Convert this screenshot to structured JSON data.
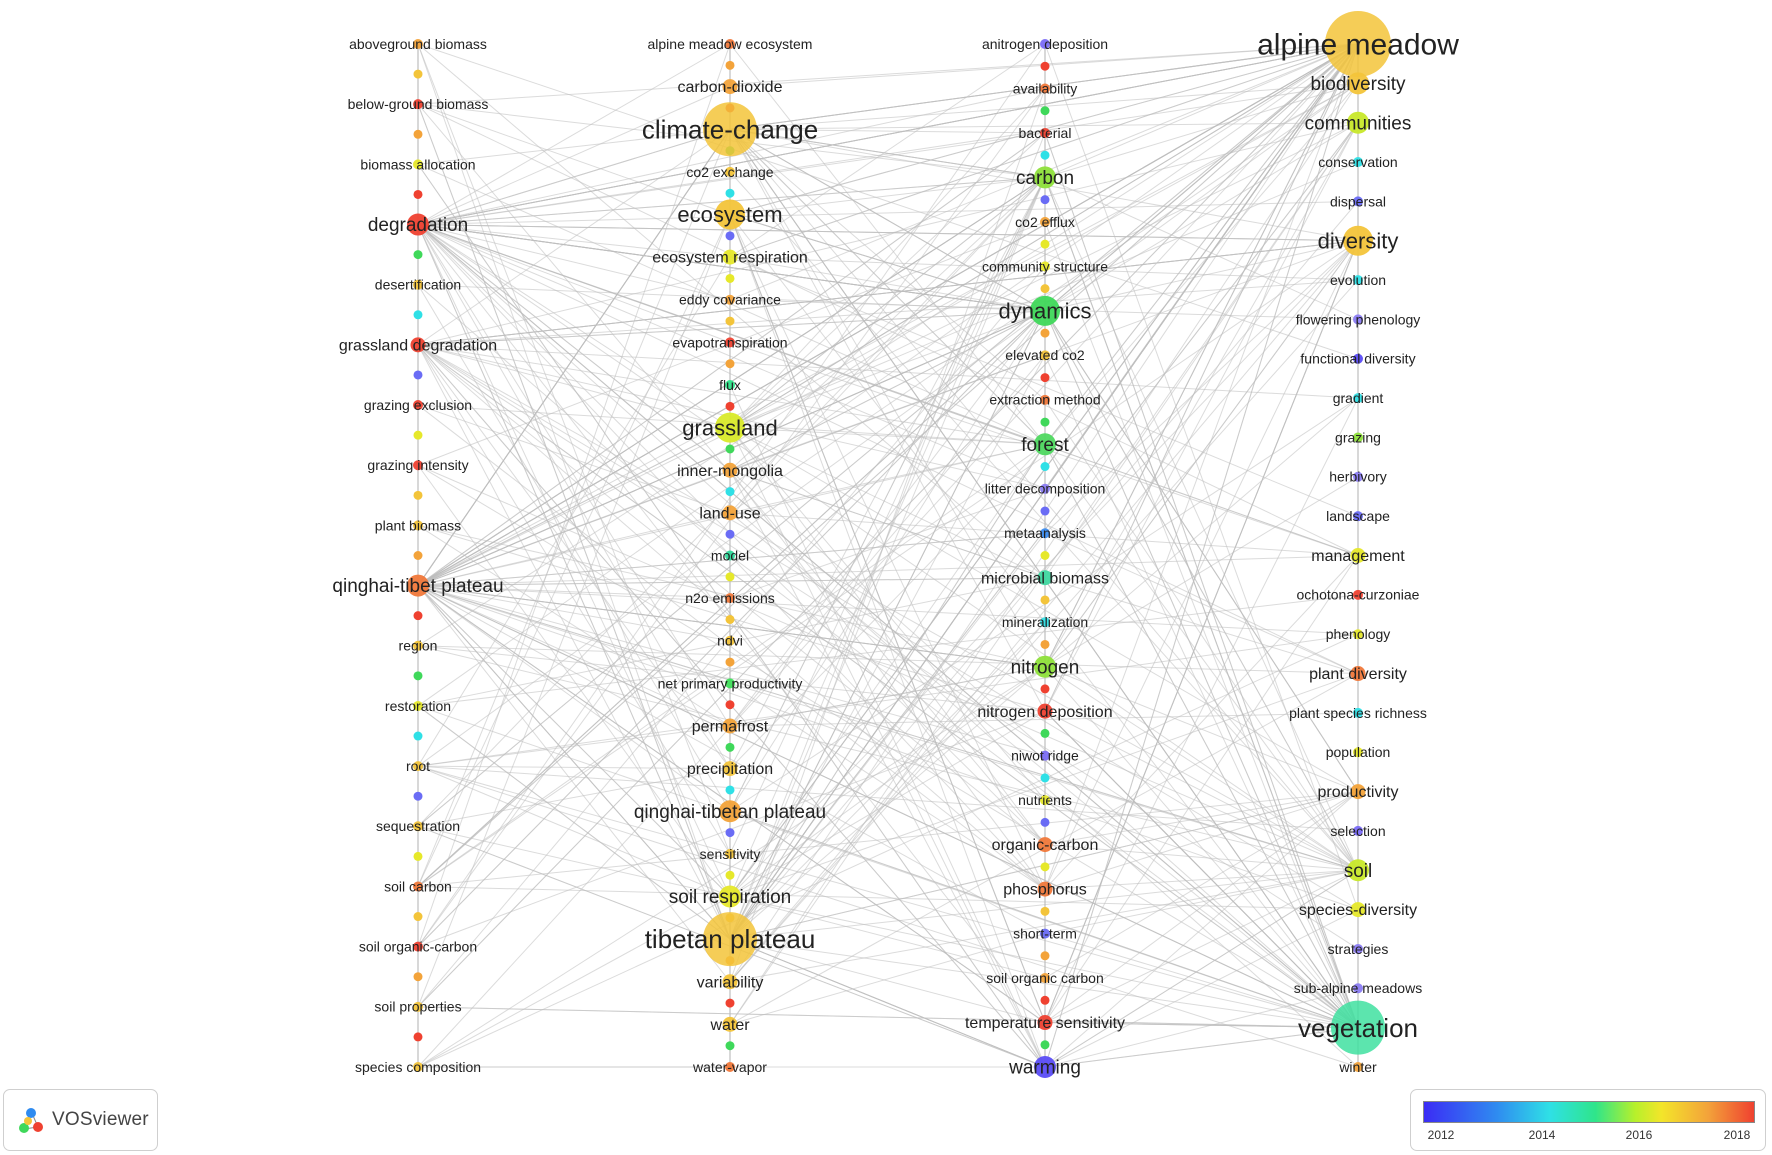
{
  "app_name": "VOSviewer",
  "legend": {
    "ticks": [
      "2012",
      "2014",
      "2016",
      "2018"
    ]
  },
  "colors": {
    "edge": "#bdbdbd",
    "c2012": "#3b2cf5",
    "c2014": "#2fe0e6",
    "c2016": "#b7f02b",
    "c2017": "#f3a33a",
    "c2018": "#ef4130"
  },
  "columns": [
    {
      "id": "col1",
      "nodes": [
        {
          "label": "aboveground biomass",
          "w": 1,
          "c": "#f3a33a"
        },
        {
          "label": "below-ground biomass",
          "w": 1,
          "c": "#ef4130"
        },
        {
          "label": "biomass allocation",
          "w": 1,
          "c": "#e6e82a"
        },
        {
          "label": "degradation",
          "w": 3,
          "c": "#ef4130"
        },
        {
          "label": "desertification",
          "w": 1,
          "c": "#f3c43a"
        },
        {
          "label": "grassland degradation",
          "w": 2,
          "c": "#ef4130"
        },
        {
          "label": "grazing exclusion",
          "w": 1,
          "c": "#ef4130"
        },
        {
          "label": "grazing intensity",
          "w": 1,
          "c": "#ef4130"
        },
        {
          "label": "plant biomass",
          "w": 1,
          "c": "#f3c43a"
        },
        {
          "label": "qinghai-tibet plateau",
          "w": 3,
          "c": "#f0783a"
        },
        {
          "label": "region",
          "w": 1,
          "c": "#f3c43a"
        },
        {
          "label": "restoration",
          "w": 1,
          "c": "#e6e82a"
        },
        {
          "label": "root",
          "w": 1,
          "c": "#f3c43a"
        },
        {
          "label": "sequestration",
          "w": 1,
          "c": "#f3c43a"
        },
        {
          "label": "soil carbon",
          "w": 1,
          "c": "#f0783a"
        },
        {
          "label": "soil organic-carbon",
          "w": 1,
          "c": "#ef4130"
        },
        {
          "label": "soil properties",
          "w": 1,
          "c": "#f3c43a"
        },
        {
          "label": "species composition",
          "w": 1,
          "c": "#f3c43a"
        }
      ]
    },
    {
      "id": "col2",
      "nodes": [
        {
          "label": "alpine meadow ecosystem",
          "w": 1,
          "c": "#f0783a"
        },
        {
          "label": "carbon-dioxide",
          "w": 2,
          "c": "#f3a33a"
        },
        {
          "label": "climate-change",
          "w": 5,
          "c": "#f3c43a"
        },
        {
          "label": "co2 exchange",
          "w": 1,
          "c": "#f3c43a"
        },
        {
          "label": "ecosystem",
          "w": 4,
          "c": "#f3c43a"
        },
        {
          "label": "ecosystem respiration",
          "w": 2,
          "c": "#e6e82a"
        },
        {
          "label": "eddy covariance",
          "w": 1,
          "c": "#f3a33a"
        },
        {
          "label": "evapotranspiration",
          "w": 1,
          "c": "#ef4130"
        },
        {
          "label": "flux",
          "w": 1,
          "c": "#2fe58a"
        },
        {
          "label": "grassland",
          "w": 4,
          "c": "#d9ea2a"
        },
        {
          "label": "inner-mongolia",
          "w": 2,
          "c": "#f3a33a"
        },
        {
          "label": "land-use",
          "w": 2,
          "c": "#f3a33a"
        },
        {
          "label": "model",
          "w": 1,
          "c": "#2fd89a"
        },
        {
          "label": "n2o emissions",
          "w": 1,
          "c": "#f0783a"
        },
        {
          "label": "ndvi",
          "w": 1,
          "c": "#f3c43a"
        },
        {
          "label": "net primary productivity",
          "w": 1,
          "c": "#3fe05a"
        },
        {
          "label": "permafrost",
          "w": 2,
          "c": "#f3a33a"
        },
        {
          "label": "precipitation",
          "w": 2,
          "c": "#f3c43a"
        },
        {
          "label": "qinghai-tibetan plateau",
          "w": 3,
          "c": "#f3a33a"
        },
        {
          "label": "sensitivity",
          "w": 1,
          "c": "#f3c43a"
        },
        {
          "label": "soil respiration",
          "w": 3,
          "c": "#e6e82a"
        },
        {
          "label": "tibetan plateau",
          "w": 5,
          "c": "#f3c43a"
        },
        {
          "label": "variability",
          "w": 2,
          "c": "#f3c43a"
        },
        {
          "label": "water",
          "w": 2,
          "c": "#f3c43a"
        },
        {
          "label": "water-vapor",
          "w": 1,
          "c": "#f0783a"
        }
      ]
    },
    {
      "id": "col3",
      "nodes": [
        {
          "label": "anitrogen deposition",
          "w": 1,
          "c": "#7a6cf5"
        },
        {
          "label": "availability",
          "w": 1,
          "c": "#f0783a"
        },
        {
          "label": "bacterial",
          "w": 1,
          "c": "#ef4130"
        },
        {
          "label": "carbon",
          "w": 3,
          "c": "#8ee03a"
        },
        {
          "label": "co2 efflux",
          "w": 1,
          "c": "#f3a33a"
        },
        {
          "label": "community structure",
          "w": 1,
          "c": "#e6e82a"
        },
        {
          "label": "dynamics",
          "w": 4,
          "c": "#3fd85a"
        },
        {
          "label": "elevated co2",
          "w": 1,
          "c": "#f3c43a"
        },
        {
          "label": "extraction method",
          "w": 1,
          "c": "#f0783a"
        },
        {
          "label": "forest",
          "w": 3,
          "c": "#4fd860"
        },
        {
          "label": "litter decomposition",
          "w": 1,
          "c": "#8b7cf3"
        },
        {
          "label": "metaanalysis",
          "w": 1,
          "c": "#3b8cf0"
        },
        {
          "label": "microbial biomass",
          "w": 2,
          "c": "#3fd8a0"
        },
        {
          "label": "mineralization",
          "w": 1,
          "c": "#2fe0e6"
        },
        {
          "label": "nitrogen",
          "w": 3,
          "c": "#8ee03a"
        },
        {
          "label": "nitrogen deposition",
          "w": 2,
          "c": "#ef4130"
        },
        {
          "label": "niwot ridge",
          "w": 1,
          "c": "#7a6cf5"
        },
        {
          "label": "nutrients",
          "w": 1,
          "c": "#e6e82a"
        },
        {
          "label": "organic-carbon",
          "w": 2,
          "c": "#f0783a"
        },
        {
          "label": "phosphorus",
          "w": 2,
          "c": "#f0783a"
        },
        {
          "label": "short-term",
          "w": 1,
          "c": "#6a6cf5"
        },
        {
          "label": "soil organic carbon",
          "w": 1,
          "c": "#f3a33a"
        },
        {
          "label": "temperature sensitivity",
          "w": 2,
          "c": "#ef4130"
        },
        {
          "label": "warming",
          "w": 3,
          "c": "#5a4cf5"
        }
      ]
    },
    {
      "id": "col4",
      "nodes": [
        {
          "label": "alpine meadow",
          "w": 6,
          "c": "#f3c43a"
        },
        {
          "label": "biodiversity",
          "w": 3,
          "c": "#f3c43a"
        },
        {
          "label": "communities",
          "w": 3,
          "c": "#c8e82a"
        },
        {
          "label": "conservation",
          "w": 1,
          "c": "#2fe0e6"
        },
        {
          "label": "dispersal",
          "w": 1,
          "c": "#6a6cf5"
        },
        {
          "label": "diversity",
          "w": 4,
          "c": "#f3c43a"
        },
        {
          "label": "evolution",
          "w": 1,
          "c": "#2fe0e6"
        },
        {
          "label": "flowering phenology",
          "w": 1,
          "c": "#8b7cf3"
        },
        {
          "label": "functional diversity",
          "w": 1,
          "c": "#5a4cf5"
        },
        {
          "label": "gradient",
          "w": 1,
          "c": "#2fe0e6"
        },
        {
          "label": "grazing",
          "w": 1,
          "c": "#8ee03a"
        },
        {
          "label": "herbivory",
          "w": 1,
          "c": "#8b7cf3"
        },
        {
          "label": "landscape",
          "w": 1,
          "c": "#6a6cf5"
        },
        {
          "label": "management",
          "w": 2,
          "c": "#e6e82a"
        },
        {
          "label": "ochotona-curzoniae",
          "w": 1,
          "c": "#ef4130"
        },
        {
          "label": "phenology",
          "w": 1,
          "c": "#e6e82a"
        },
        {
          "label": "plant diversity",
          "w": 2,
          "c": "#f0783a"
        },
        {
          "label": "plant species richness",
          "w": 1,
          "c": "#2fe0e6"
        },
        {
          "label": "population",
          "w": 1,
          "c": "#e6e82a"
        },
        {
          "label": "productivity",
          "w": 2,
          "c": "#f3a33a"
        },
        {
          "label": "selection",
          "w": 1,
          "c": "#7a6cf5"
        },
        {
          "label": "soil",
          "w": 3,
          "c": "#c8e82a"
        },
        {
          "label": "species-diversity",
          "w": 2,
          "c": "#e6e82a"
        },
        {
          "label": "strategies",
          "w": 1,
          "c": "#8b7cf3"
        },
        {
          "label": "sub-alpine meadows",
          "w": 1,
          "c": "#8b7cf3"
        },
        {
          "label": "vegetation",
          "w": 5,
          "c": "#3fe0a0"
        },
        {
          "label": "winter",
          "w": 1,
          "c": "#f3a33a"
        }
      ]
    }
  ]
}
